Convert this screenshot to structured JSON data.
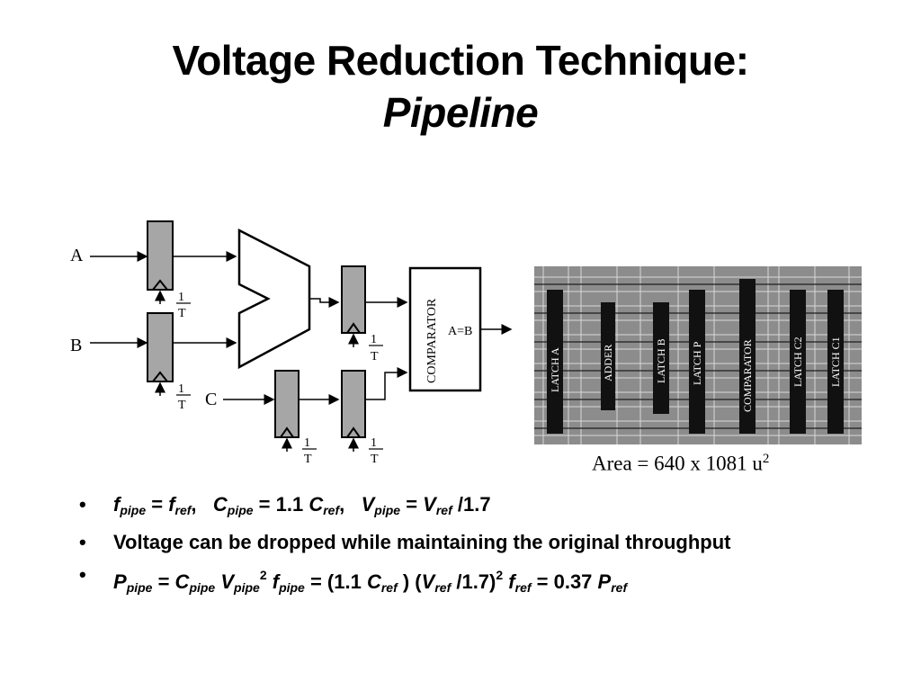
{
  "slide": {
    "title_line1": "Voltage Reduction Technique:",
    "title_line2": "Pipeline"
  },
  "diagram": {
    "input_a": "A",
    "input_b": "B",
    "input_c": "C",
    "clock_num": "1",
    "clock_den": "T",
    "comparator_label": "COMPARATOR",
    "comparator_output": "A=B"
  },
  "layout": {
    "blocks": [
      "LATCH A",
      "ADDER",
      "LATCH B",
      "LATCH P",
      "COMPARATOR",
      "LATCH C2",
      "LATCH C1"
    ],
    "area_text": "Area = 640 x 1081 u",
    "area_exp": "2"
  },
  "bullets": {
    "b1": {
      "f": "f",
      "pipe": "pipe",
      "eq": " = ",
      "ref": "ref",
      "comma": ",",
      "C": "C",
      "eq_num": " = 1.1 ",
      "V": "V",
      "div": " /1.7"
    },
    "b2": "Voltage can be dropped while maintaining the original throughput",
    "b3": {
      "P": "P",
      "C": "C",
      "V": "V",
      "f": "f",
      "pipe": "pipe",
      "ref": "ref",
      "sq": "2",
      "eq": " = ",
      "open": "(1.1 ",
      "mid": " ) (",
      "div": " /1.7)",
      "result": " = 0.37 "
    },
    "marker": "•"
  }
}
